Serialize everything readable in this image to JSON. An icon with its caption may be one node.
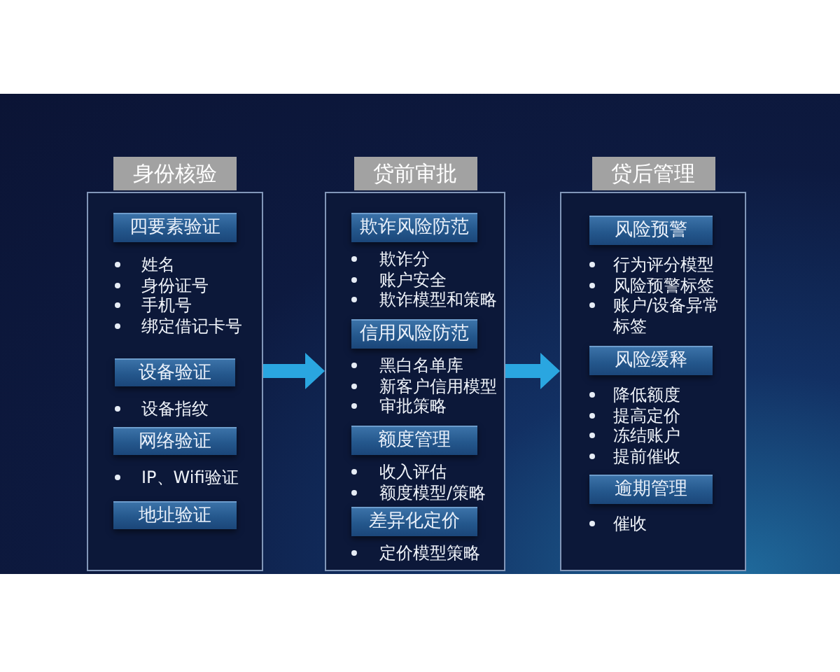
{
  "diagram": {
    "nodes": [
      {
        "text": [
          "身份核验"
        ]
      },
      {
        "text": [
          "四要素验证"
        ],
        "in": 0,
        "beside": [
          "姓名",
          "身份证号",
          "手机号",
          "绑定借记卡号"
        ]
      },
      {
        "text": [
          "设备验证"
        ],
        "in": 0,
        "beside": [
          "设备指纹"
        ]
      },
      {
        "text": [
          "网络验证"
        ],
        "in": 0,
        "beside": [
          "IP、Wifi验证"
        ]
      },
      {
        "text": [
          "地址验证"
        ],
        "in": 0
      },
      {
        "text": [
          "贷前审批"
        ]
      },
      {
        "text": [
          "欺诈风险防范"
        ],
        "in": 5,
        "beside": [
          "欺诈分",
          "账户安全",
          "欺诈模型和策略"
        ]
      },
      {
        "text": [
          "信用风险防范"
        ],
        "in": 5,
        "beside": [
          "黑白名单库",
          "新客户信用模型",
          "审批策略"
        ]
      },
      {
        "text": [
          "额度管理"
        ],
        "in": 5,
        "beside": [
          "收入评估",
          "额度模型/策略"
        ]
      },
      {
        "text": [
          "差异化定价"
        ],
        "in": 5,
        "beside": [
          "定价模型策略"
        ]
      },
      {
        "text": [
          "贷后管理"
        ]
      },
      {
        "text": [
          "风险预警"
        ],
        "in": 10,
        "beside": [
          "行为评分模型",
          "风险预警标签",
          "账户/设备异常标签"
        ]
      },
      {
        "text": [
          "风险缓释"
        ],
        "in": 10,
        "beside": [
          "降低额度",
          "提高定价",
          "冻结账户",
          "提前催收"
        ]
      },
      {
        "text": [
          "逾期管理"
        ],
        "in": 10,
        "beside": [
          "催收"
        ]
      }
    ],
    "edges": [
      {
        "from": 0,
        "to": 5,
        "arrow": "to"
      },
      {
        "from": 5,
        "to": 10,
        "arrow": "to"
      }
    ]
  }
}
